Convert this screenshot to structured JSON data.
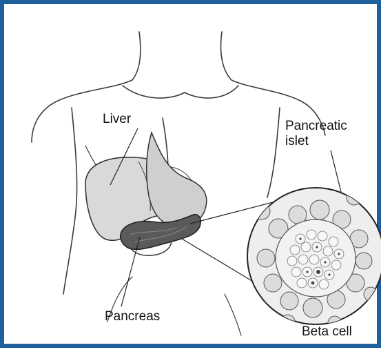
{
  "figure": {
    "frame_color": "#1f5f9e",
    "line_color": "#222222",
    "labels": {
      "liver": "Liver",
      "islet_line1": "Pancreatic",
      "islet_line2": "islet",
      "pancreas": "Pancreas",
      "beta_cell": "Beta cell"
    }
  }
}
